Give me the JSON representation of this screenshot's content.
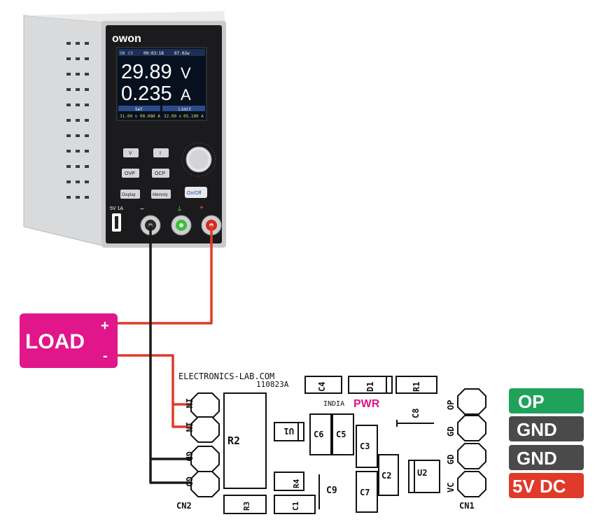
{
  "psu": {
    "brand": "owon",
    "status_on": "ON",
    "status_cv": "CV",
    "timer": "00:03:18",
    "power": "07.02w",
    "voltage": "29.89",
    "voltage_unit": "V",
    "current": "0.235",
    "current_unit": "A",
    "set_label": "Set",
    "limit_label": "Limit",
    "set_v": "31.00 v",
    "set_a": "00.080 A",
    "limit_v": "32.00 v",
    "limit_a": "05.100 A",
    "btn_v": "V",
    "btn_i": "I",
    "btn_ovp": "OVP",
    "btn_ocp": "OCP",
    "btn_display": "Display",
    "btn_memory": "Memory",
    "btn_onoff": "On/Off",
    "usb_label": "5V 1A",
    "term_minus": "−",
    "term_gnd": "⏚",
    "term_plus": "+"
  },
  "load": {
    "label": "LOAD",
    "plus": "+",
    "minus": "-"
  },
  "pcb": {
    "site": "ELECTRONICS-LAB.COM",
    "code": "110823A",
    "country": "INDIA",
    "pwr": "PWR",
    "cn2": "CN2",
    "cn1": "CN1",
    "cn2_pins": [
      "IN",
      "IN",
      "GD",
      "GD"
    ],
    "cn1_pins": [
      "OP",
      "GD",
      "GD",
      "VC"
    ],
    "parts": {
      "c4": "C4",
      "d1": "D1",
      "r1": "R1",
      "c8": "C8",
      "r2": "R2",
      "u1": "U1",
      "c6": "C6",
      "c5": "C5",
      "c3": "C3",
      "c2": "C2",
      "u2": "U2",
      "r4": "R4",
      "c9": "C9",
      "c7": "C7",
      "r3": "R3",
      "c1": "C1"
    }
  },
  "legend": [
    {
      "label": "OP",
      "color": "#1fa35b"
    },
    {
      "label": "GND",
      "color": "#4a4a4a"
    },
    {
      "label": "GND",
      "color": "#4a4a4a"
    },
    {
      "label": "5V DC",
      "color": "#e03a2a"
    }
  ],
  "colors": {
    "load": "#e0168a",
    "wire_red": "#e03a2a",
    "wire_black": "#1a1a1a",
    "pwr_text": "#e0168a"
  }
}
